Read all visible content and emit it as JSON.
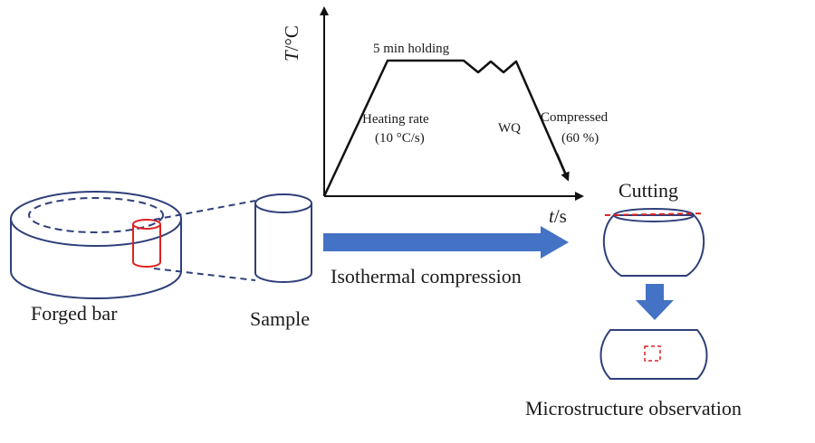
{
  "labels": {
    "forged_bar": "Forged bar",
    "sample": "Sample",
    "isothermal_compression": "Isothermal compression",
    "cutting": "Cutting",
    "microstructure_observation": "Microstructure observation"
  },
  "profile": {
    "y_axis_var": "T",
    "y_axis_unit": "/°C",
    "x_axis_var": "t",
    "x_axis_unit": "/s",
    "holding": "5 min holding",
    "heating_rate_line1": "Heating  rate",
    "heating_rate_line2": "(10 °C/s)",
    "wq": "WQ",
    "compressed_line1": "Compressed",
    "compressed_line2": "(60 %)"
  },
  "colors": {
    "outline": "#2f3f7a",
    "arrow_fill": "#4472c4",
    "highlight_red": "#e02020",
    "line_black": "#111111"
  }
}
